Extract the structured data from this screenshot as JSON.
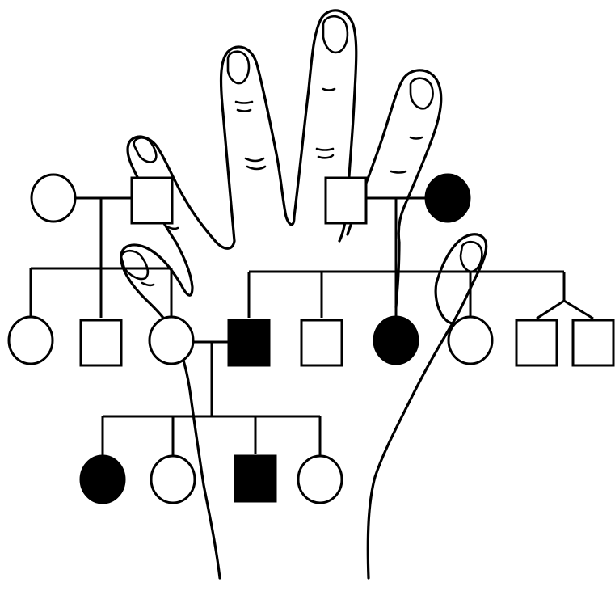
{
  "colors": {
    "ink": "#000000",
    "background": "#ffffff",
    "affected": "#000000",
    "unaffected": "#ffffff"
  },
  "pedigree": {
    "generations": [
      {
        "name": "generation-1",
        "individuals": [
          {
            "id": "g1-female-left",
            "sex": "female",
            "affected": false
          },
          {
            "id": "g1-male-left",
            "sex": "male",
            "affected": false
          },
          {
            "id": "g1-male-right",
            "sex": "male",
            "affected": false
          },
          {
            "id": "g1-female-right",
            "sex": "female",
            "affected": true
          }
        ]
      },
      {
        "name": "generation-2",
        "individuals": [
          {
            "id": "g2-female-1",
            "sex": "female",
            "affected": false
          },
          {
            "id": "g2-male-2",
            "sex": "male",
            "affected": false
          },
          {
            "id": "g2-female-3",
            "sex": "female",
            "affected": false
          },
          {
            "id": "g2-male-4",
            "sex": "male",
            "affected": true
          },
          {
            "id": "g2-male-5",
            "sex": "male",
            "affected": false
          },
          {
            "id": "g2-female-6",
            "sex": "female",
            "affected": true
          },
          {
            "id": "g2-female-7",
            "sex": "female",
            "affected": false
          },
          {
            "id": "g2-twin-male-8",
            "sex": "male",
            "affected": false,
            "twin": true
          },
          {
            "id": "g2-twin-male-9",
            "sex": "male",
            "affected": false,
            "twin": true
          }
        ]
      },
      {
        "name": "generation-3",
        "individuals": [
          {
            "id": "g3-female-1",
            "sex": "female",
            "affected": true
          },
          {
            "id": "g3-female-2",
            "sex": "female",
            "affected": false
          },
          {
            "id": "g3-male-3",
            "sex": "male",
            "affected": true
          },
          {
            "id": "g3-female-4",
            "sex": "female",
            "affected": false
          }
        ]
      }
    ]
  },
  "illustration": {
    "icon": "hand-outline-icon"
  }
}
